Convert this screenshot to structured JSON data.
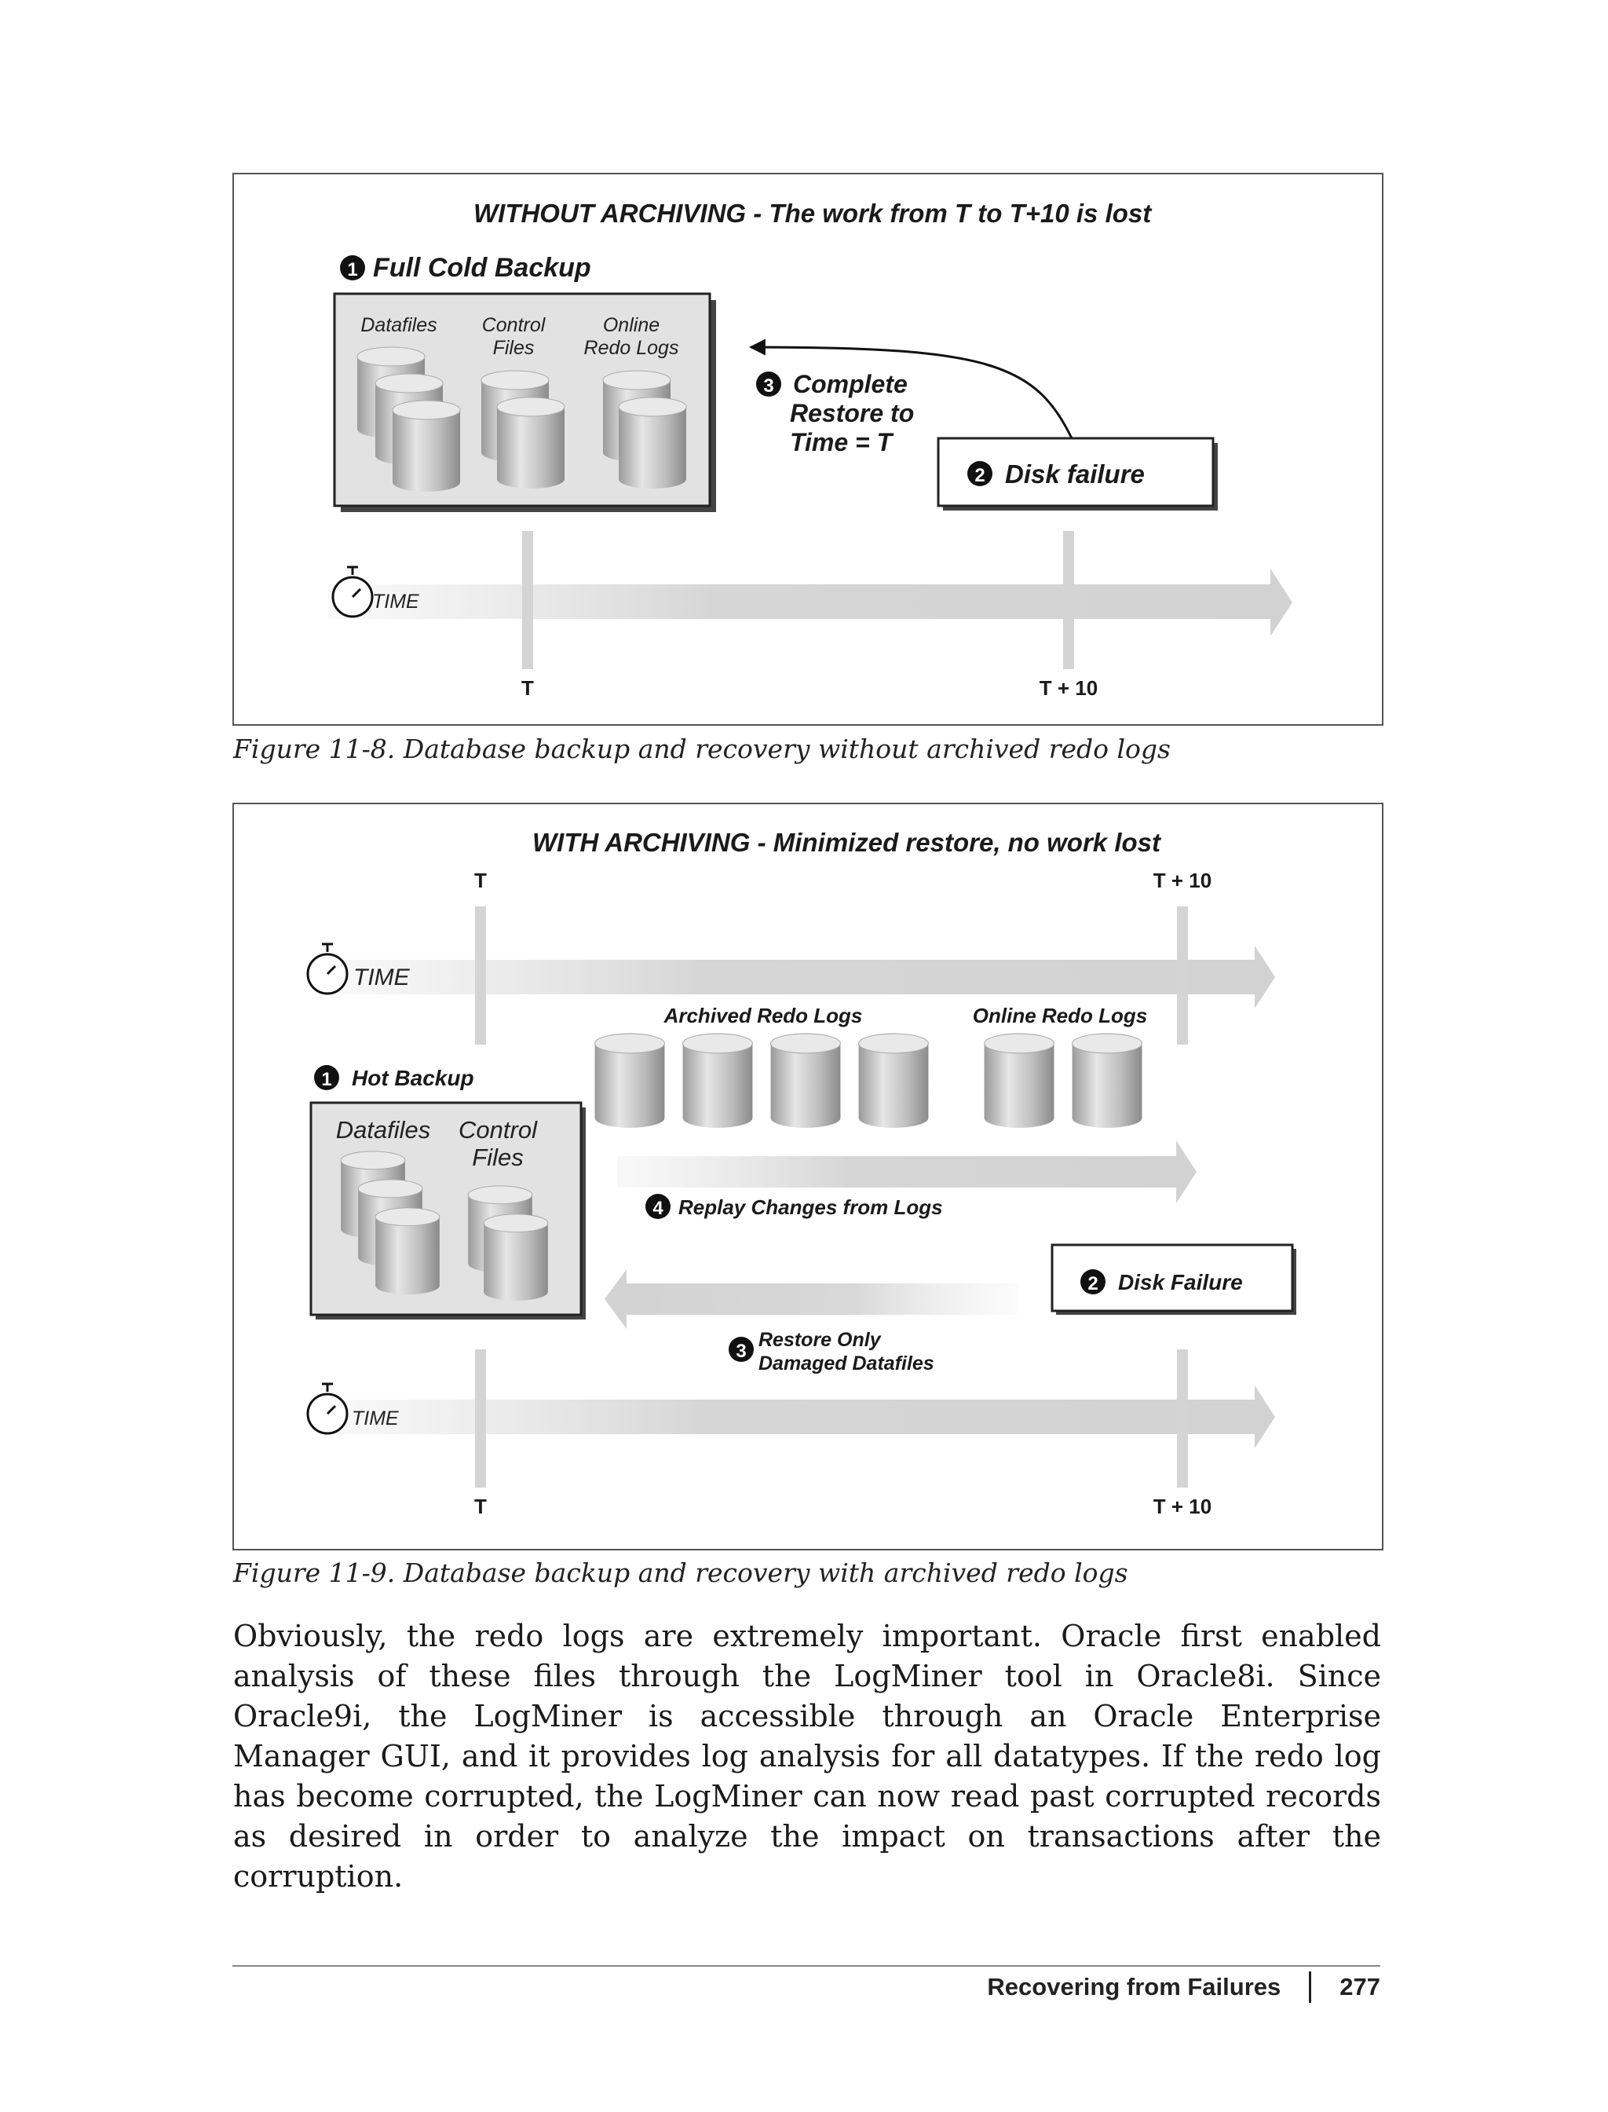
{
  "figure1": {
    "title": "WITHOUT ARCHIVING - The work from T to T+10 is lost",
    "step1_num": "1",
    "step1_label": "Full Cold Backup",
    "datafiles": "Datafiles",
    "control_files": [
      "Control",
      "Files"
    ],
    "online_redo": [
      "Online",
      "Redo Logs"
    ],
    "step3_num": "3",
    "step3_label": [
      "Complete",
      "Restore to",
      "Time = T"
    ],
    "step2_num": "2",
    "step2_label": "Disk failure",
    "time_label": "TIME",
    "tick_t": "T",
    "tick_t10": "T + 10",
    "caption": "Figure 11-8. Database backup and recovery without archived redo logs"
  },
  "figure2": {
    "title": "WITH ARCHIVING - Minimized restore, no work lost",
    "tick_t_top": "T",
    "tick_t10_top": "T + 10",
    "time_label_top": "TIME",
    "archived_label": "Archived Redo Logs",
    "online_label": "Online Redo Logs",
    "step1_num": "1",
    "step1_label": "Hot Backup",
    "datafiles": "Datafiles",
    "control_files": [
      "Control",
      "Files"
    ],
    "step4_num": "4",
    "step4_label": "Replay Changes from Logs",
    "step2_num": "2",
    "step2_label": "Disk Failure",
    "step3_num": "3",
    "step3_label": [
      "Restore Only",
      "Damaged Datafiles"
    ],
    "time_label_bottom": "TIME",
    "tick_t_bottom": "T",
    "tick_t10_bottom": "T + 10",
    "caption": "Figure 11-9. Database backup and recovery with archived redo logs"
  },
  "body": {
    "paragraph": "Obviously, the redo logs are extremely important. Oracle first enabled analysis of these files through the LogMiner tool in Oracle8i. Since Oracle9i, the LogMiner is accessible through an Oracle Enterprise Manager GUI, and it provides log analysis for all datatypes. If the redo log has become corrupted, the LogMiner can now read past corrupted records as desired in order to analyze the impact on transactions after the corruption."
  },
  "footer": {
    "section": "Recovering from Failures",
    "page_number": "277"
  }
}
